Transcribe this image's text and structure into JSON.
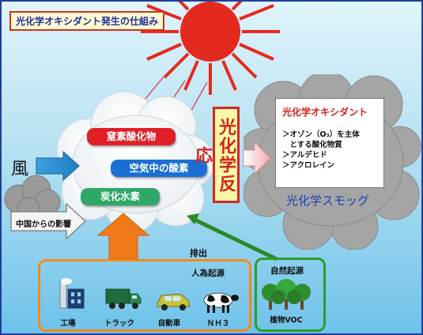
{
  "title": "光化学オキシダント発生の仕組み",
  "cloud_items": {
    "nox": "窒素酸化物",
    "oxygen": "空気中の酸素",
    "hydrocarbon": "炭化水素"
  },
  "reaction_label": "光化学反応",
  "oxidant_box": {
    "title": "光化学オキシダント",
    "items": [
      "＞オゾン（O₃）を主体",
      "　とする酸化物質",
      "＞アルデヒド",
      "＞アクロレイン"
    ]
  },
  "smog_label": "光化学スモッグ",
  "wind_label": "風",
  "china_label": "中国からの影響",
  "emission_label": "排出",
  "anthropogenic_label": "人為起源",
  "natural_label": "自然起源",
  "sources": [
    {
      "label": "工場",
      "icon": "factory-icon"
    },
    {
      "label": "トラック",
      "icon": "truck-icon"
    },
    {
      "label": "自動車",
      "icon": "car-icon"
    },
    {
      "label": "ＮＨ３",
      "icon": "cow-icon"
    }
  ],
  "natural_source": {
    "label": "植物VOC",
    "icon": "trees-icon"
  },
  "colors": {
    "nox": "#e01f28",
    "oxygen": "#1b6fd4",
    "hydrocarbon": "#2ea868",
    "anthropogenic": "#f28a1e",
    "natural": "#2f9a2a",
    "sun": "#e42a1f"
  }
}
